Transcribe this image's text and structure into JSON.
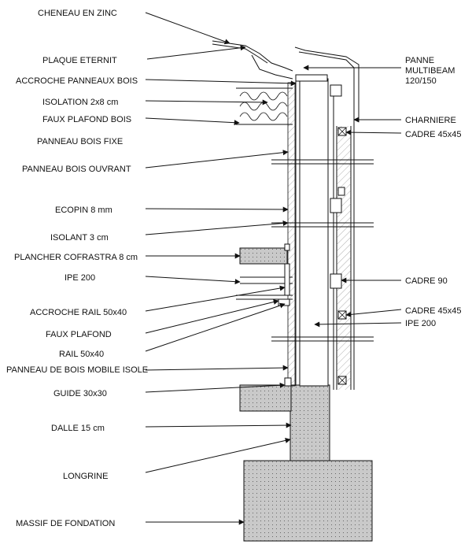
{
  "labels_left": [
    {
      "id": "cheneau-en-zinc",
      "text": "CHENEAU EN ZINC"
    },
    {
      "id": "plaque-eternit",
      "text": "PLAQUE ETERNIT"
    },
    {
      "id": "accroche-panneaux-bois",
      "text": "ACCROCHE PANNEAUX BOIS"
    },
    {
      "id": "isolation-2x8",
      "text": "ISOLATION 2x8 cm"
    },
    {
      "id": "faux-plafond-bois",
      "text": "FAUX PLAFOND BOIS"
    },
    {
      "id": "panneau-bois-fixe",
      "text": "PANNEAU BOIS FIXE"
    },
    {
      "id": "panneau-bois-ouvrant",
      "text": "PANNEAU BOIS OUVRANT"
    },
    {
      "id": "ecopin-8mm",
      "text": "ECOPIN 8 mm"
    },
    {
      "id": "isolant-3cm",
      "text": "ISOLANT 3 cm"
    },
    {
      "id": "plancher-cofrastra",
      "text": "PLANCHER COFRASTRA 8 cm"
    },
    {
      "id": "ipe-200-left",
      "text": "IPE 200"
    },
    {
      "id": "accroche-rail",
      "text": "ACCROCHE RAIL 50x40"
    },
    {
      "id": "faux-plafond",
      "text": "FAUX PLAFOND"
    },
    {
      "id": "rail-50x40",
      "text": "RAIL 50x40"
    },
    {
      "id": "panneau-mobile",
      "text": "PANNEAU DE BOIS MOBILE ISOLE"
    },
    {
      "id": "guide-30x30",
      "text": "GUIDE 30x30"
    },
    {
      "id": "dalle-15cm",
      "text": "DALLE 15 cm"
    },
    {
      "id": "longrine",
      "text": "LONGRINE"
    },
    {
      "id": "massif-fondation",
      "text": "MASSIF DE FONDATION"
    }
  ],
  "labels_right": [
    {
      "id": "panne-multibeam",
      "lines": [
        "PANNE",
        "MULTIBEAM",
        "120/150"
      ]
    },
    {
      "id": "charniere",
      "lines": [
        "CHARNIERE"
      ]
    },
    {
      "id": "cadre-45x45-top",
      "lines": [
        "CADRE 45x45"
      ]
    },
    {
      "id": "cadre-90",
      "lines": [
        "CADRE 90"
      ]
    },
    {
      "id": "cadre-45x45-bottom",
      "lines": [
        "CADRE 45x45"
      ]
    },
    {
      "id": "ipe-200-right",
      "lines": [
        "IPE 200"
      ]
    }
  ]
}
